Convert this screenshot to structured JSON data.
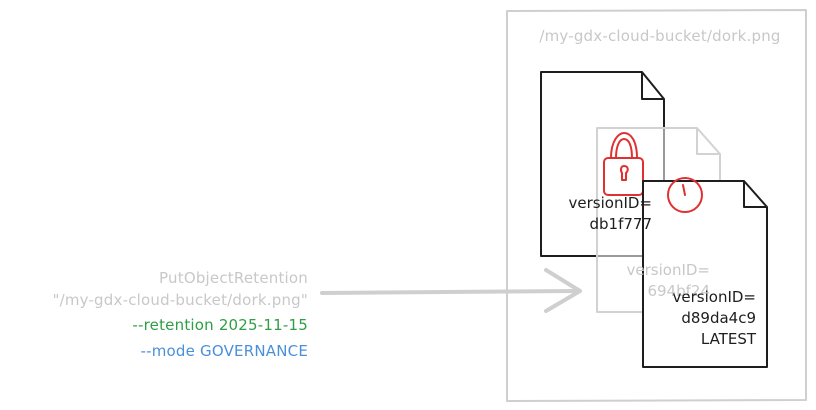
{
  "command": {
    "name": "PutObjectRetention",
    "path": "\"/my-gdx-cloud-bucket/dork.png\"",
    "retention": "--retention 2025-11-15",
    "mode": "--mode GOVERNANCE"
  },
  "bucket": {
    "path": "/my-gdx-cloud-bucket/dork.png"
  },
  "versions": [
    {
      "label": "versionID=",
      "id": "db1f777",
      "latest": ""
    },
    {
      "label": "versionID=",
      "id": "694bf24",
      "latest": ""
    },
    {
      "label": "versionID=",
      "id": "d89da4c9",
      "latest": "LATEST"
    }
  ],
  "colors": {
    "muted_text": "#c8c8c8",
    "retention": "#2f9e44",
    "mode": "#4a90d9",
    "ink": "#1e1e1e",
    "lock": "#e03131",
    "faded_outline": "#cfcfcf"
  },
  "icons": [
    "padlock-icon",
    "clock-icon",
    "arrow-right-icon",
    "document-icon"
  ]
}
